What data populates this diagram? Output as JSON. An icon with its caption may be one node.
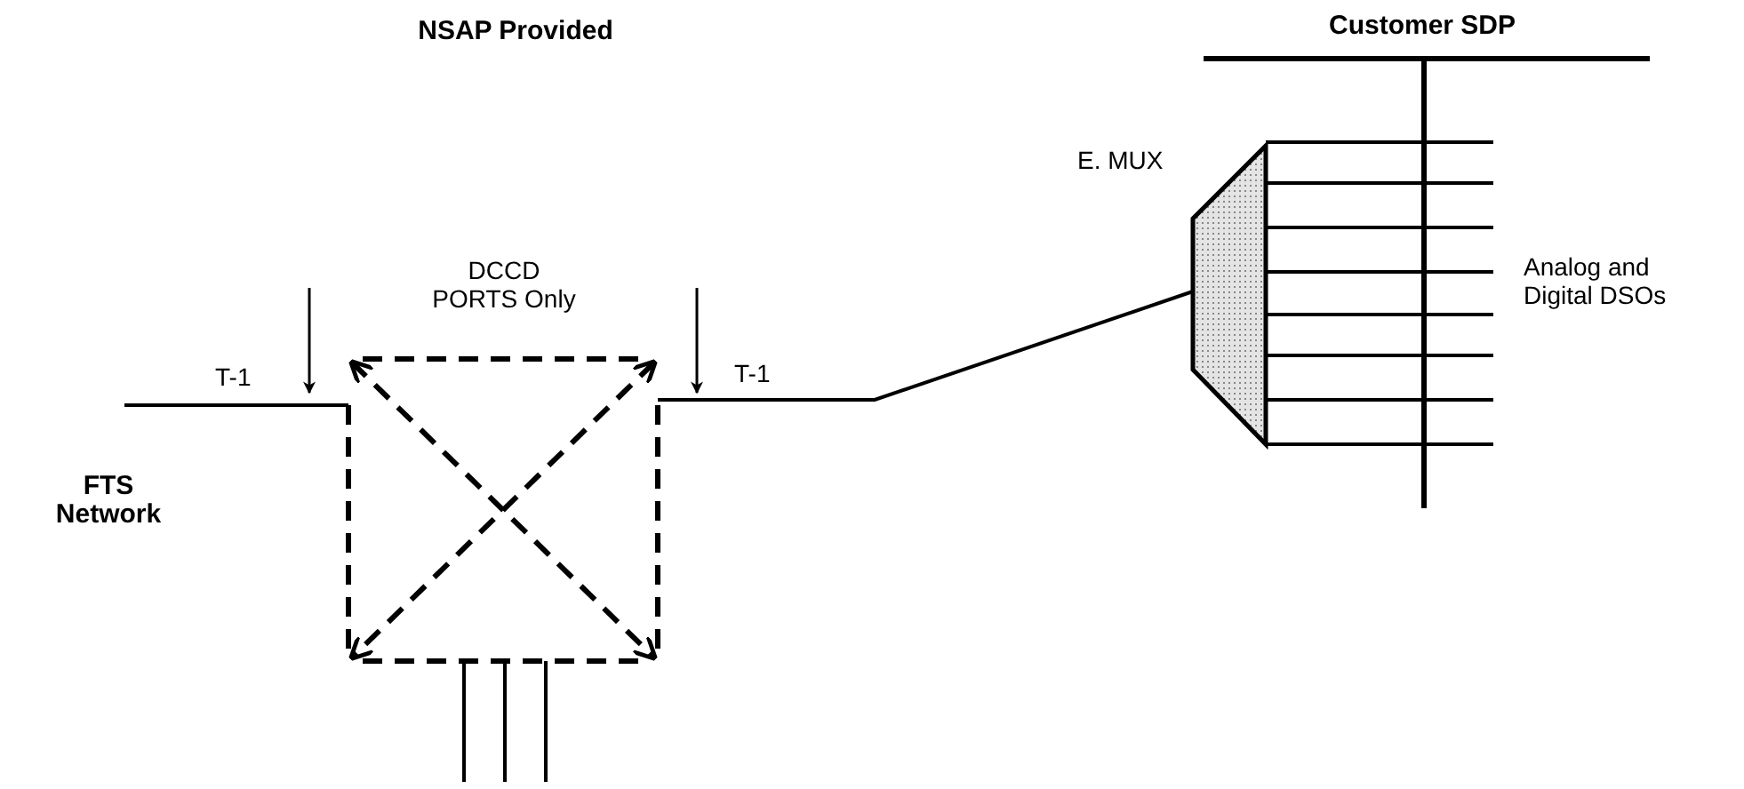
{
  "diagram": {
    "nodes": [
      {
        "text": [
          "DCCD PORTS Only"
        ]
      },
      {
        "text": [
          "E. MUX"
        ]
      }
    ],
    "edges": [
      {
        "from": null,
        "to": 0,
        "arrow": "none",
        "label": "T-1"
      },
      {
        "from": 0,
        "to": 1,
        "arrow": "none",
        "label": "T-1"
      },
      {
        "from": 0,
        "to": null,
        "arrow": "none"
      },
      {
        "from": 0,
        "to": null,
        "arrow": "none"
      },
      {
        "from": 0,
        "to": null,
        "arrow": "none"
      },
      {
        "from": 1,
        "to": null,
        "arrow": "none"
      },
      {
        "from": 1,
        "to": null,
        "arrow": "none"
      },
      {
        "from": 1,
        "to": null,
        "arrow": "none"
      },
      {
        "from": 1,
        "to": null,
        "arrow": "none"
      },
      {
        "from": 1,
        "to": null,
        "arrow": "none"
      },
      {
        "from": 1,
        "to": null,
        "arrow": "none"
      },
      {
        "from": 1,
        "to": null,
        "arrow": "none"
      },
      {
        "from": 1,
        "to": null,
        "arrow": "none"
      }
    ],
    "labels": [
      "NSAP Provided",
      "Customer SDP",
      "FTS Network",
      "Analog and Digital DSOs"
    ]
  }
}
